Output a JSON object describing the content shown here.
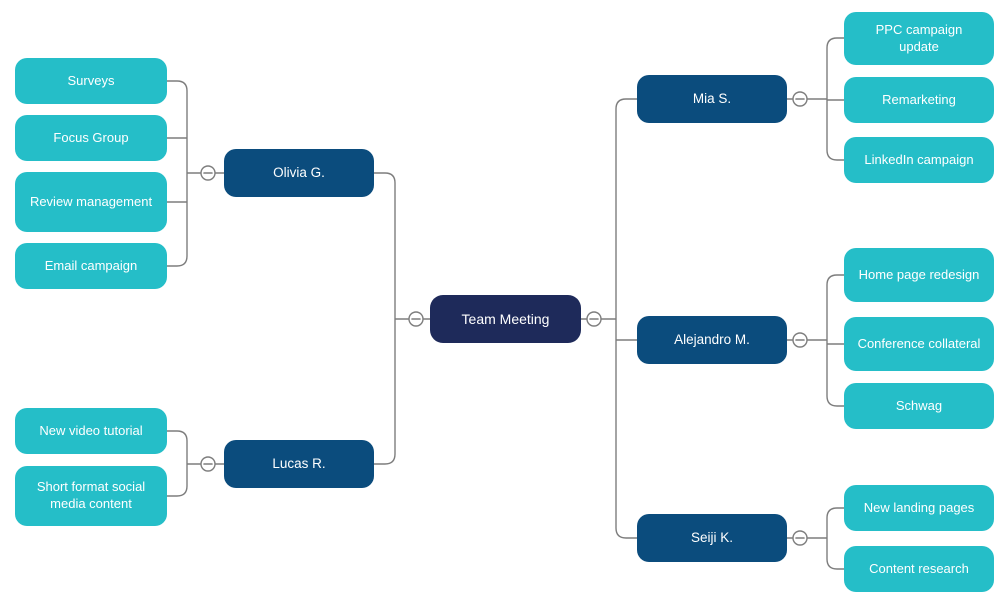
{
  "colors": {
    "leaf": "#25bec8",
    "branch": "#0b4c7d",
    "center": "#1e2a5a",
    "line": "#7d7d7d",
    "text": "#ffffff",
    "bg": "#ffffff"
  },
  "center": {
    "label": "Team Meeting"
  },
  "branches": [
    {
      "label": "Olivia G."
    },
    {
      "label": "Lucas R."
    },
    {
      "label": "Mia S."
    },
    {
      "label": "Alejandro M."
    },
    {
      "label": "Seiji K."
    }
  ],
  "leaves": [
    {
      "parent": "Olivia G.",
      "label": "Surveys"
    },
    {
      "parent": "Olivia G.",
      "label": "Focus Group"
    },
    {
      "parent": "Olivia G.",
      "label": "Review management"
    },
    {
      "parent": "Olivia G.",
      "label": "Email campaign"
    },
    {
      "parent": "Lucas R.",
      "label": "New video tutorial"
    },
    {
      "parent": "Lucas R.",
      "label": "Short format social media content"
    },
    {
      "parent": "Mia S.",
      "label": "PPC campaign update"
    },
    {
      "parent": "Mia S.",
      "label": "Remarketing"
    },
    {
      "parent": "Mia S.",
      "label": "LinkedIn campaign"
    },
    {
      "parent": "Alejandro M.",
      "label": "Home page redesign"
    },
    {
      "parent": "Alejandro M.",
      "label": "Conference collateral"
    },
    {
      "parent": "Alejandro M.",
      "label": "Schwag"
    },
    {
      "parent": "Seiji K.",
      "label": "New landing pages"
    },
    {
      "parent": "Seiji K.",
      "label": "Content research"
    }
  ],
  "icons": {
    "collapse": "minus-in-circle"
  }
}
